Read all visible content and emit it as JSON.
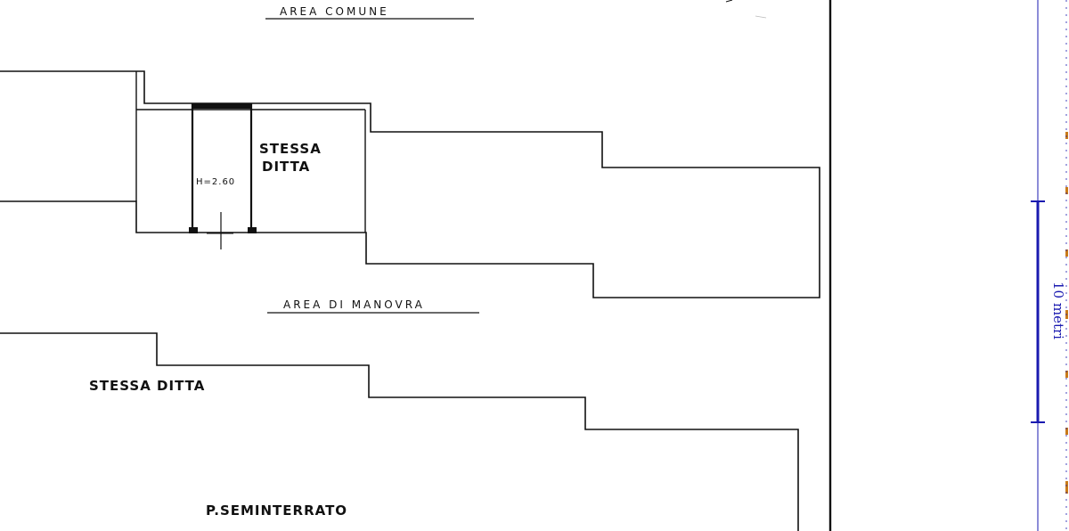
{
  "labels": {
    "area_comune": "AREA COMUNE",
    "stessa_ditta_line1": "STESSA",
    "stessa_ditta_line2": "DITTA",
    "height_note": "H=2.60",
    "area_di_manovra": "AREA DI MANOVRA",
    "stessa_ditta_lower": "STESSA DITTA",
    "floor_name": "P.SEMINTERRATO"
  },
  "scale_bar": {
    "label": "10 metri",
    "color": "#1a1ab0"
  },
  "colors": {
    "line": "#111111",
    "edge_marks": "#c87a1a"
  }
}
